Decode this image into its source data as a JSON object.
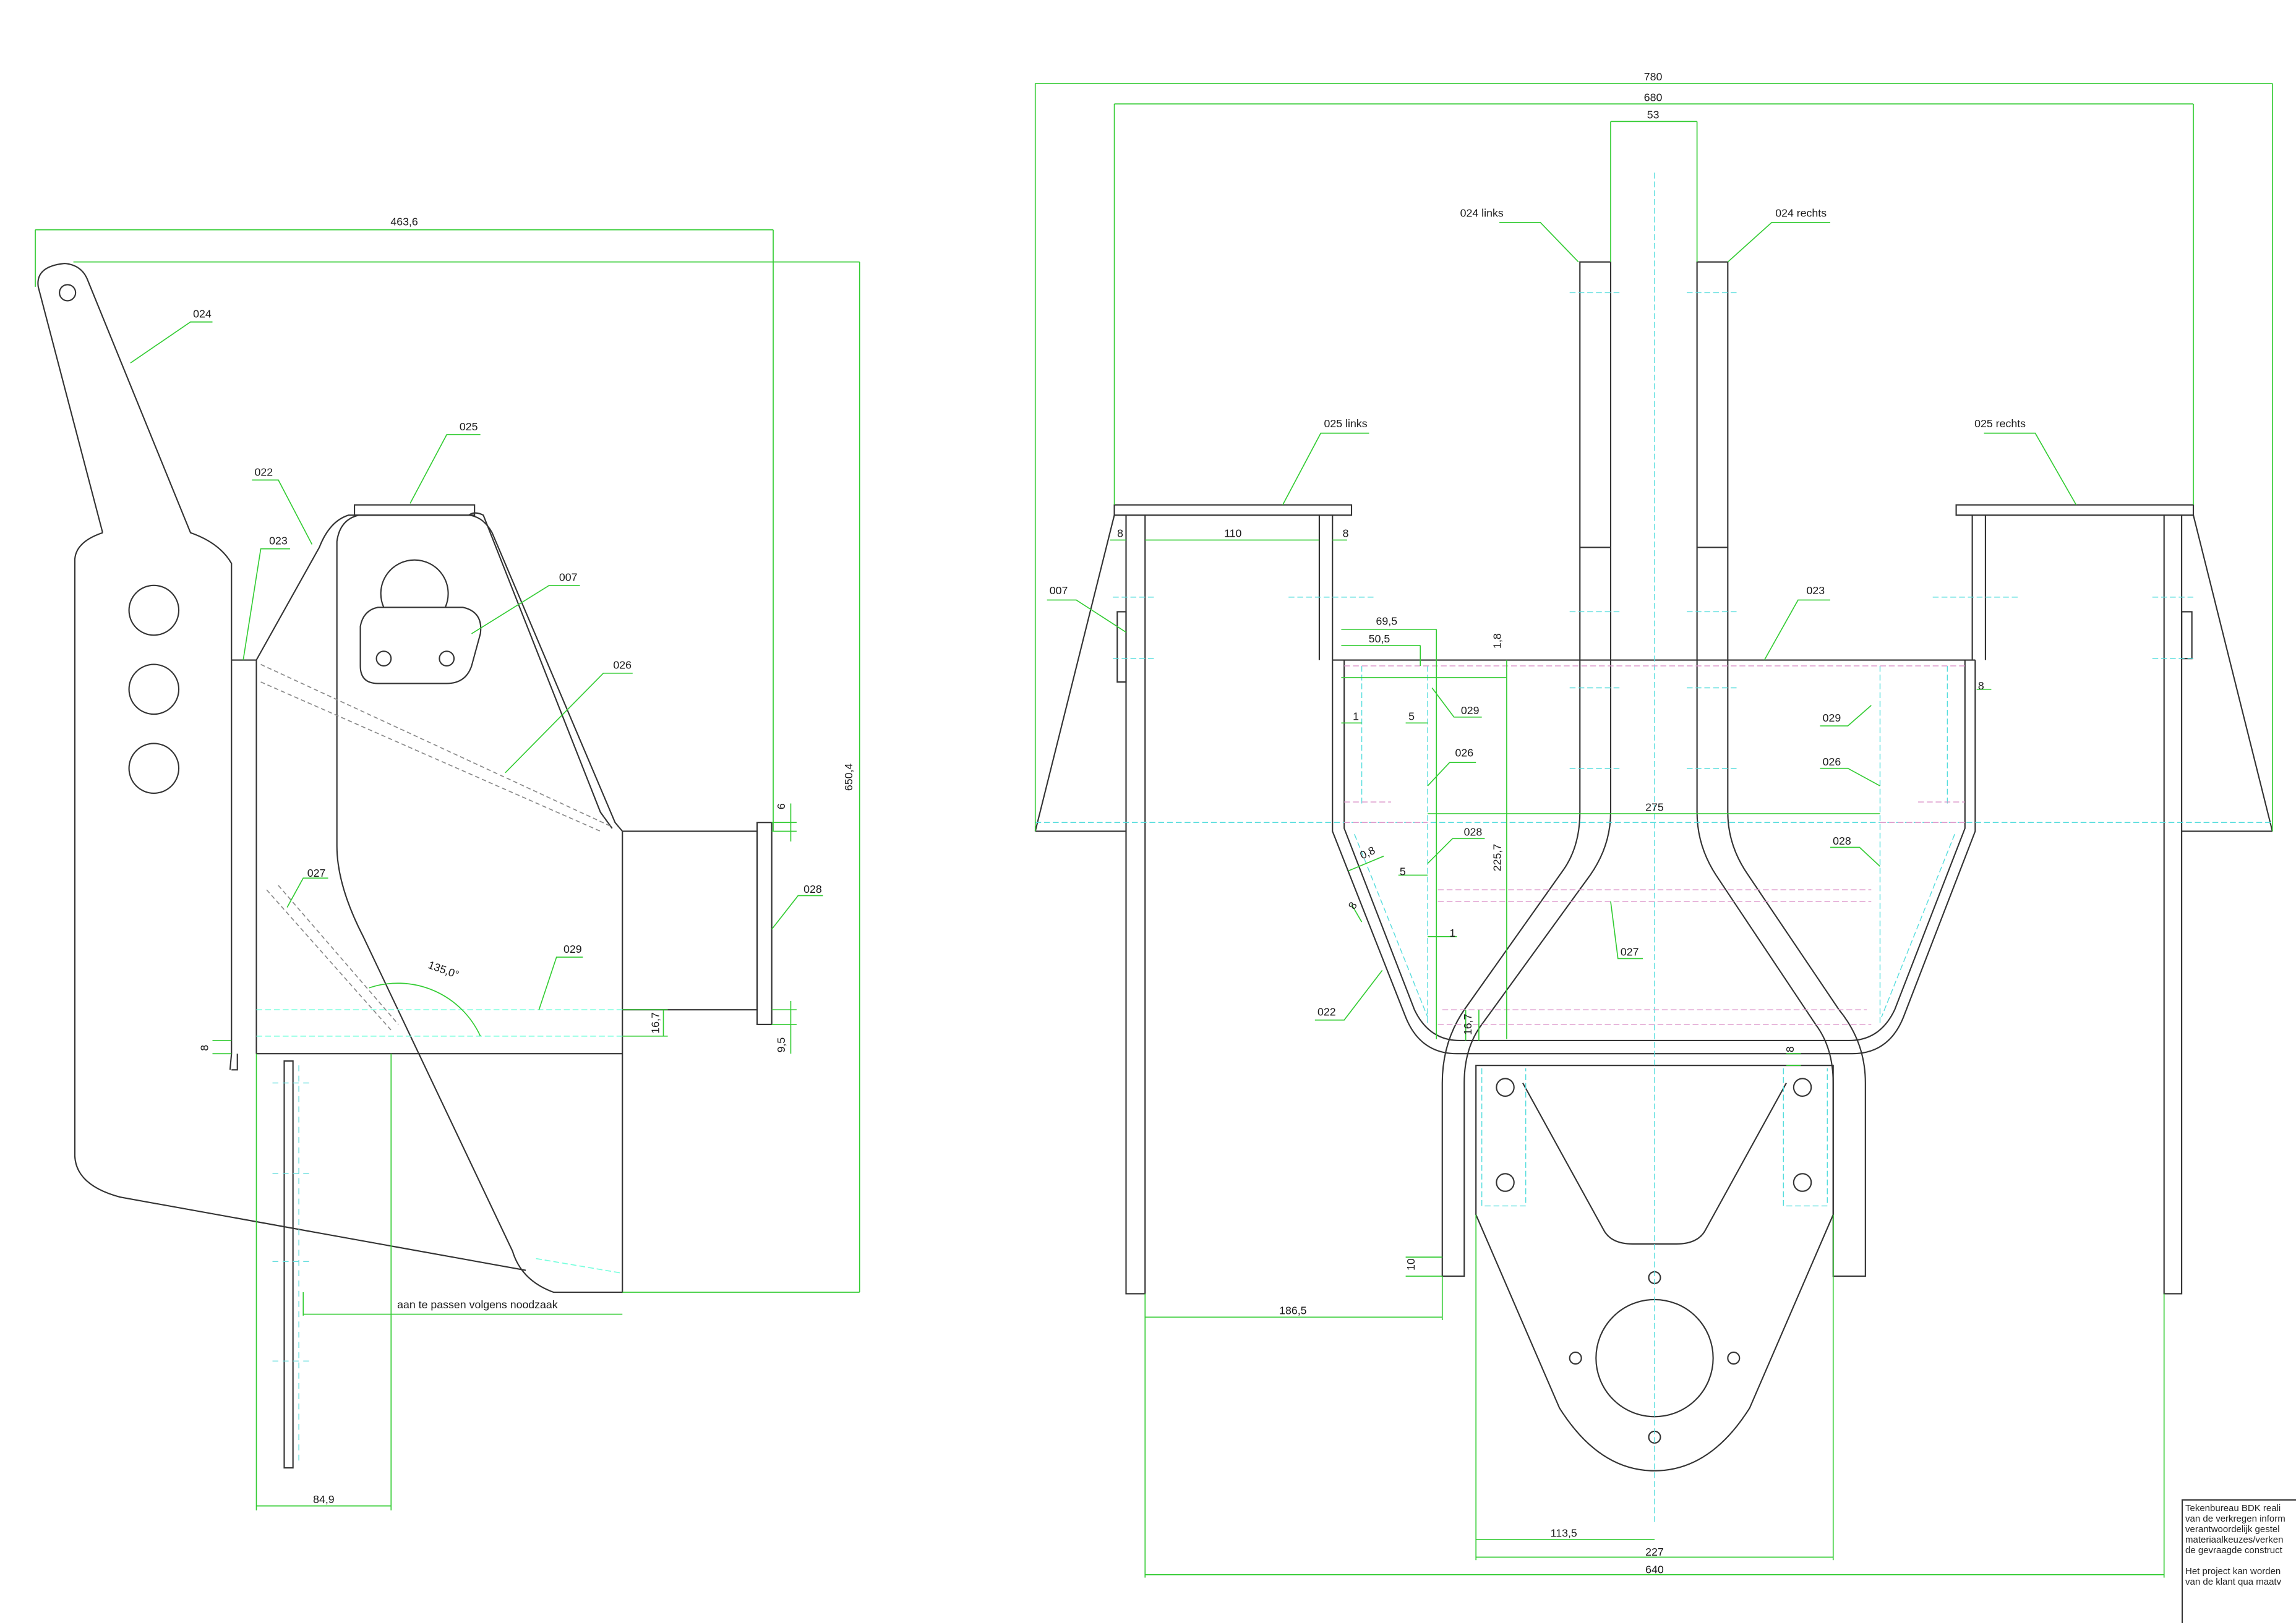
{
  "side_view": {
    "dim_width": "463,6",
    "dim_height": "650,4",
    "dim_6": "6",
    "dim_8": "8",
    "dim_9_5": "9,5",
    "dim_16_7": "16,7",
    "dim_84_9": "84,9",
    "angle": "135,0°",
    "note_adjust": "aan te passen volgens noodzaak",
    "labels": {
      "p024": "024",
      "p025": "025",
      "p022": "022",
      "p023": "023",
      "p007": "007",
      "p026": "026",
      "p027": "027",
      "p029": "029",
      "p028": "028"
    }
  },
  "front_view": {
    "dim_780": "780",
    "dim_680": "680",
    "dim_53": "53",
    "dim_110": "110",
    "dim_69_5": "69,5",
    "dim_50_5": "50,5",
    "dim_1_8": "1,8",
    "dim_1a": "1",
    "dim_5a": "5",
    "dim_275": "275",
    "dim_225_7": "225,7",
    "dim_0_8": "0,8",
    "dim_5b": "5",
    "dim_1b": "1",
    "dim_16_7": "16,7",
    "dim_8_left_top": "8",
    "dim_8_mid_top": "8",
    "dim_8_right": "8",
    "dim_8_bottom": "8",
    "dim_8_slant": "8",
    "dim_10": "10",
    "dim_186_5": "186,5",
    "dim_113_5": "113,5",
    "dim_227": "227",
    "dim_640": "640",
    "labels": {
      "p024_links": "024 links",
      "p024_rechts": "024 rechts",
      "p025_links": "025 links",
      "p025_rechts": "025 rechts",
      "p007": "007",
      "p023": "023",
      "p029_left": "029",
      "p026_left": "026",
      "p028_left": "028",
      "p029_right": "029",
      "p026_right": "026",
      "p028_right": "028",
      "p027": "027",
      "p022": "022"
    }
  },
  "notes": {
    "line1": "Tekenbureau BDK reali",
    "line2": "van de verkregen inform",
    "line3": "verantwoordelijk gestel",
    "line4": "materiaalkeuzes/verken",
    "line5": "de gevraagde construct",
    "line6": "Het project kan worden",
    "line7": "van de klant qua maatv"
  }
}
